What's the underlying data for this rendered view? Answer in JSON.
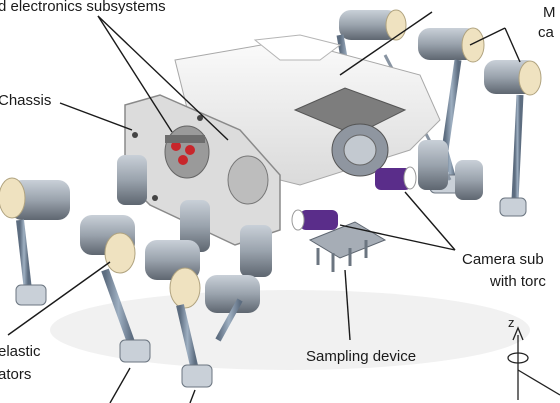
{
  "labels": {
    "electronics": "d electronics subsystems",
    "chassis": "Chassis",
    "camera_top": "M",
    "camera_top_2": "ca",
    "camera_sub": "Camera sub",
    "camera_sub_2": "with torc",
    "sampling": "Sampling device",
    "elastic": "elastic",
    "actuators": "ators"
  },
  "axis": {
    "z": "z"
  },
  "colors": {
    "chassis": "#e8e8e8",
    "chassis_edge": "#8a8a8a",
    "motor": "#9aa3ad",
    "motor_dark": "#5e6670",
    "leg": "#7f8fa2",
    "cap": "#efe2c0",
    "red": "#c8262b",
    "purple": "#5a2d8a"
  }
}
